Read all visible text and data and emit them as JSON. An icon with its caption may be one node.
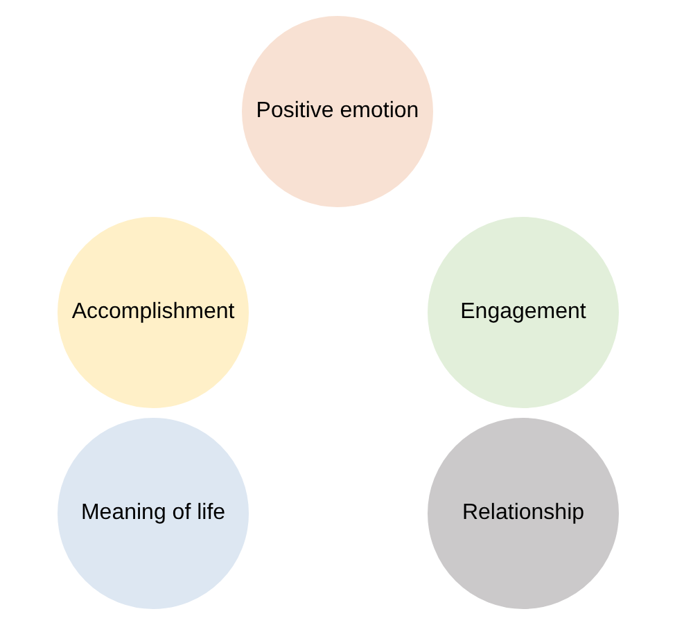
{
  "diagram": {
    "nodes": [
      {
        "text": [
          "Positive emotion"
        ]
      },
      {
        "text": [
          "Accomplishment"
        ]
      },
      {
        "text": [
          "Engagement"
        ]
      },
      {
        "text": [
          "Meaning of life"
        ]
      },
      {
        "text": [
          "Relationship"
        ]
      }
    ]
  }
}
